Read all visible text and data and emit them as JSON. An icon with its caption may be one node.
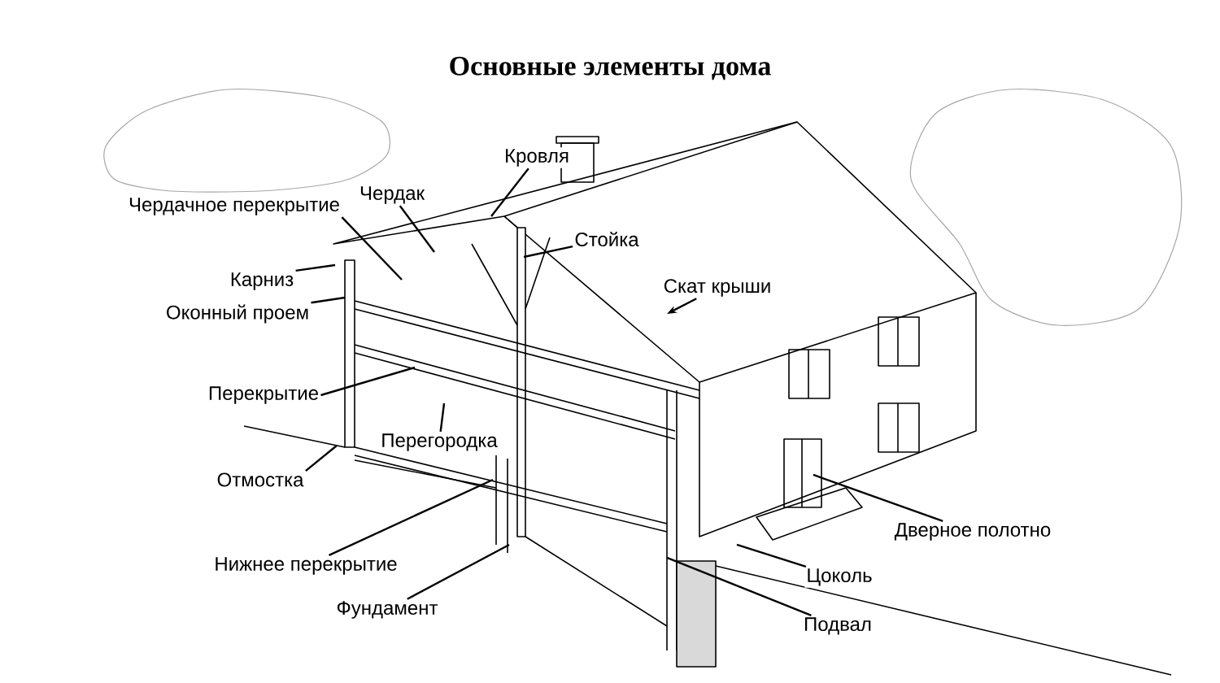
{
  "diagram": {
    "title": "Основные элементы дома",
    "nodes": [
      {
        "text": [
          "Кровля"
        ]
      },
      {
        "text": [
          "Чердачное перекрытие"
        ]
      },
      {
        "text": [
          "Чердак"
        ]
      },
      {
        "text": [
          "Стойка"
        ]
      },
      {
        "text": [
          "Карниз"
        ]
      },
      {
        "text": [
          "Скат крыши"
        ]
      },
      {
        "text": [
          "Оконный проем"
        ]
      },
      {
        "text": [
          "Перекрытие"
        ]
      },
      {
        "text": [
          "Перегородка"
        ]
      },
      {
        "text": [
          "Отмостка"
        ]
      },
      {
        "text": [
          "Нижнее перекрытие"
        ]
      },
      {
        "text": [
          "Дверное полотно"
        ]
      },
      {
        "text": [
          "Цоколь"
        ]
      },
      {
        "text": [
          "Фундамент"
        ]
      },
      {
        "text": [
          "Подвал"
        ]
      }
    ],
    "edges": [
      {
        "from": 0,
        "to": null,
        "arrow": "none"
      },
      {
        "from": 1,
        "to": null,
        "arrow": "none"
      },
      {
        "from": 2,
        "to": null,
        "arrow": "none"
      },
      {
        "from": 3,
        "to": null,
        "arrow": "none"
      },
      {
        "from": 4,
        "to": null,
        "arrow": "none"
      },
      {
        "from": 5,
        "to": null,
        "arrow": "to"
      },
      {
        "from": 6,
        "to": null,
        "arrow": "none"
      },
      {
        "from": 7,
        "to": null,
        "arrow": "none"
      },
      {
        "from": 8,
        "to": null,
        "arrow": "none"
      },
      {
        "from": 9,
        "to": null,
        "arrow": "none"
      },
      {
        "from": 10,
        "to": null,
        "arrow": "none"
      },
      {
        "from": 11,
        "to": null,
        "arrow": "none"
      },
      {
        "from": 12,
        "to": null,
        "arrow": "none"
      },
      {
        "from": 13,
        "to": null,
        "arrow": "none"
      },
      {
        "from": 14,
        "to": null,
        "arrow": "none"
      }
    ]
  }
}
